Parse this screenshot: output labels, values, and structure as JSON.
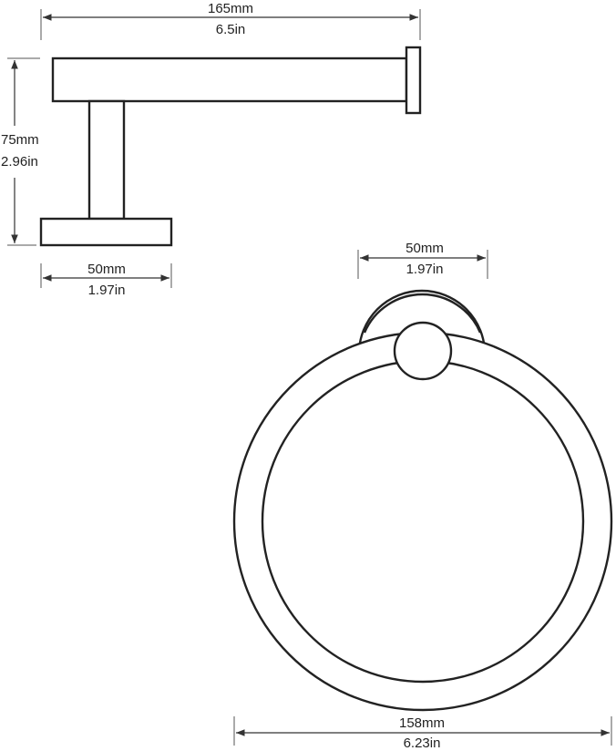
{
  "dimensions": {
    "top_length": {
      "metric": "165mm",
      "imperial": "6.5in"
    },
    "height": {
      "metric": "75mm",
      "imperial": "2.96in"
    },
    "base_width": {
      "metric": "50mm",
      "imperial": "1.97in"
    },
    "mount_width": {
      "metric": "50mm",
      "imperial": "1.97in"
    },
    "ring_diameter": {
      "metric": "158mm",
      "imperial": "6.23in"
    }
  },
  "colors": {
    "line": "#222222",
    "background": "#ffffff"
  }
}
